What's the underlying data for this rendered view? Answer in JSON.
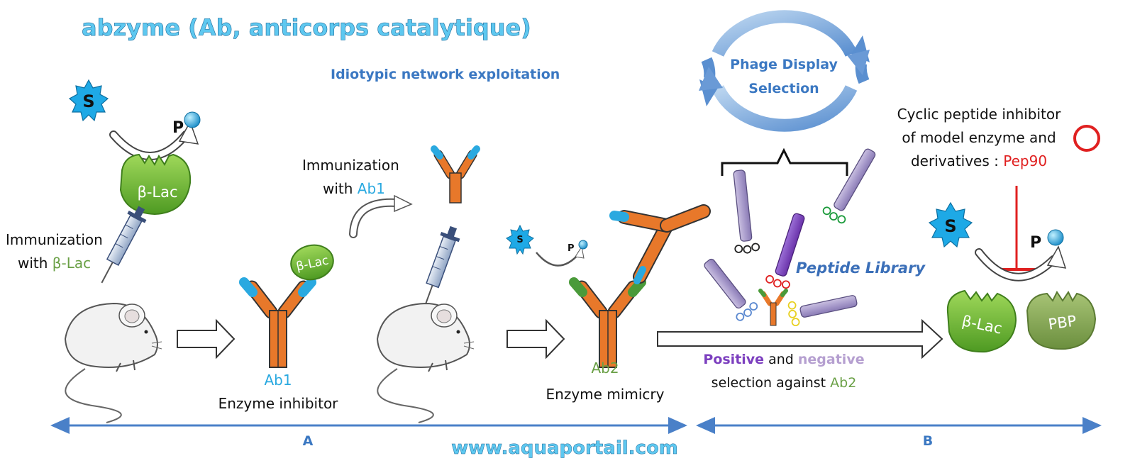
{
  "title": "abzyme (Ab, anticorps catalytique)",
  "subtitle": "Idiotypic network exploitation",
  "phage_display": {
    "line1": "Phage Display",
    "line2": "Selection"
  },
  "substrate_label": "S",
  "product_label": "P",
  "enzyme_label": "β-Lac",
  "pbp_label": "PBP",
  "immunization_1": {
    "line1": "Immunization",
    "line2_prefix": "with ",
    "line2_highlight": "β-Lac"
  },
  "immunization_2": {
    "line1": "Immunization",
    "line2_prefix": "with ",
    "line2_highlight": "Ab1"
  },
  "ab1": {
    "name": "Ab1",
    "caption": "Enzyme inhibitor"
  },
  "ab2": {
    "name": "Ab2",
    "caption": "Enzyme mimicry"
  },
  "peptide_library": "Peptide Library",
  "selection": {
    "positive": "Positive",
    "and": " and ",
    "negative": "negative",
    "line2_prefix": "selection against ",
    "line2_highlight": "Ab2"
  },
  "cyclic_peptide": {
    "line1": "Cyclic peptide inhibitor",
    "line2": "of model enzyme and",
    "line3_prefix": "derivatives : ",
    "line3_highlight": "Pep90"
  },
  "section_a": "A",
  "section_b": "B",
  "website": "www.aquaportail.com",
  "colors": {
    "orange": "#e8782a",
    "ab1_blue": "#2aa9e0",
    "ab2_green": "#4a9a3a",
    "enzyme_green": "#7dc23f",
    "pbp_green": "#7aa04a",
    "peptide_purple": "#a79ac8",
    "positive_purple": "#7c3fbf",
    "pep90_red": "#e02020",
    "axis_blue": "#4a80c8"
  }
}
